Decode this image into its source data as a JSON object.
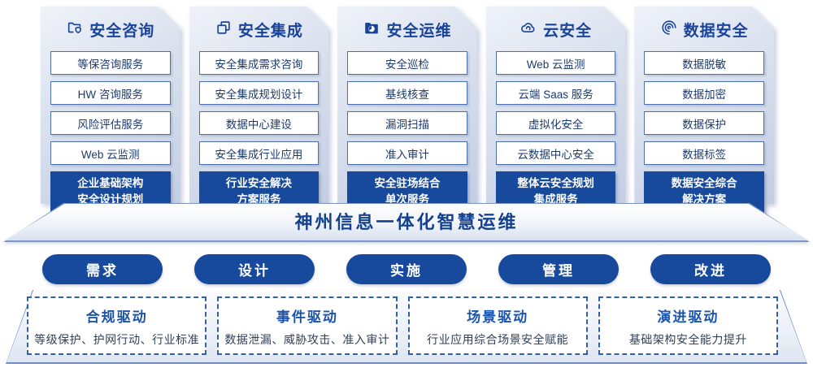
{
  "colors": {
    "primary_blue": "#17499c",
    "title_navy": "#1a4499",
    "banner_text": "#14418e",
    "item_border": "#4d6fae",
    "driver_title": "#1b54ad",
    "driver_desc": "#323f55",
    "card_gradient_start": "#eff2f8",
    "card_gradient_end": "#c3cee3"
  },
  "cards": [
    {
      "icon": "folder-shield-icon",
      "title": "安全咨询",
      "items": [
        "等保咨询服务",
        "HW 咨询服务",
        "风险评估服务",
        "Web 云监测"
      ],
      "footer": [
        "企业基础架构",
        "安全设计规划"
      ]
    },
    {
      "icon": "copy-documents-icon",
      "title": "安全集成",
      "items": [
        "安全集成需求咨询",
        "安全集成规划设计",
        "数据中心建设",
        "安全集成行业应用"
      ],
      "footer": [
        "行业安全解决",
        "方案服务"
      ]
    },
    {
      "icon": "folder-gauge-icon",
      "title": "安全运维",
      "items": [
        "安全巡检",
        "基线核查",
        "漏洞扫描",
        "准入审计"
      ],
      "footer": [
        "安全驻场结合",
        "单次服务"
      ]
    },
    {
      "icon": "cloud-icon",
      "title": "云安全",
      "items": [
        "Web 云监测",
        "云端 Saas 服务",
        "虚拟化安全",
        "云数据中心安全"
      ],
      "footer": [
        "整体云安全规划",
        "集成服务"
      ]
    },
    {
      "icon": "fingerprint-spiral-icon",
      "title": "数据安全",
      "items": [
        "数据脱敏",
        "数据加密",
        "数据保护",
        "数据标签"
      ],
      "footer": [
        "数据安全综合",
        "解决方案"
      ]
    }
  ],
  "banner": {
    "title": "神州信息一体化智慧运维"
  },
  "pills": [
    "需求",
    "设计",
    "实施",
    "管理",
    "改进"
  ],
  "drivers": [
    {
      "title": "合规驱动",
      "desc": "等级保护、护网行动、行业标准"
    },
    {
      "title": "事件驱动",
      "desc": "数据泄漏、威胁攻击、准入审计"
    },
    {
      "title": "场景驱动",
      "desc": "行业应用综合场景安全赋能"
    },
    {
      "title": "演进驱动",
      "desc": "基础架构安全能力提升"
    }
  ]
}
